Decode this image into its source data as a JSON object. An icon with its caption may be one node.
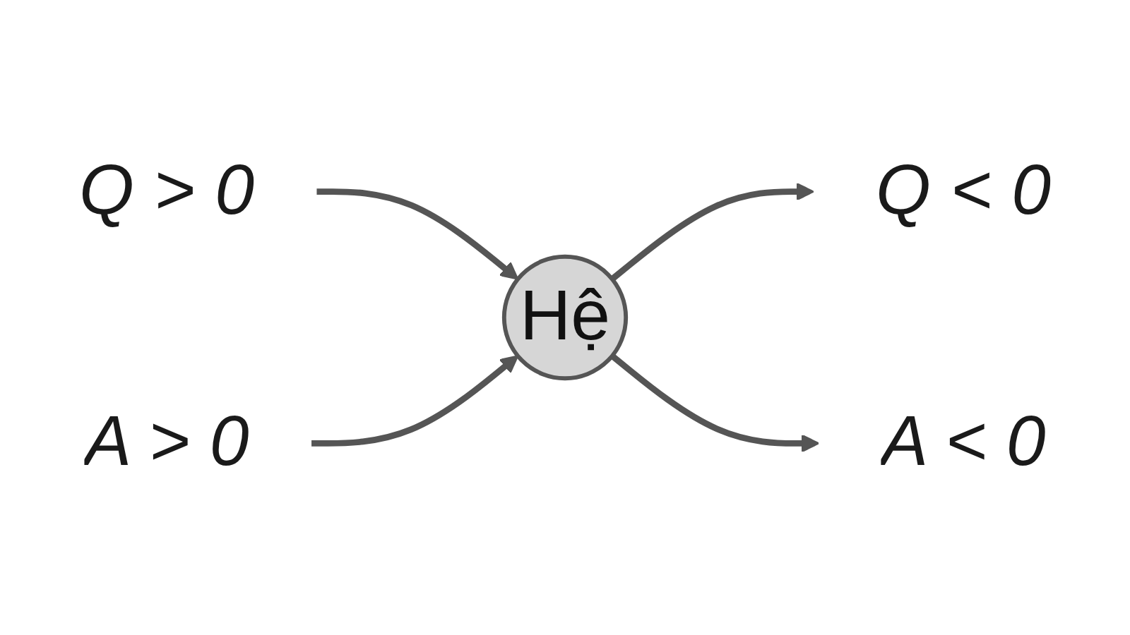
{
  "diagram": {
    "nodes": [
      {
        "text": [
          "Q > 0"
        ]
      },
      {
        "text": [
          "Q < 0"
        ]
      },
      {
        "text": [
          "Hệ"
        ]
      },
      {
        "text": [
          "A > 0"
        ]
      },
      {
        "text": [
          "A < 0"
        ]
      }
    ],
    "edges": [
      {
        "from": 0,
        "to": 2,
        "arrow": "to"
      },
      {
        "from": 3,
        "to": 2,
        "arrow": "to"
      },
      {
        "from": 2,
        "to": 1,
        "arrow": "to"
      },
      {
        "from": 2,
        "to": 4,
        "arrow": "to"
      }
    ]
  }
}
